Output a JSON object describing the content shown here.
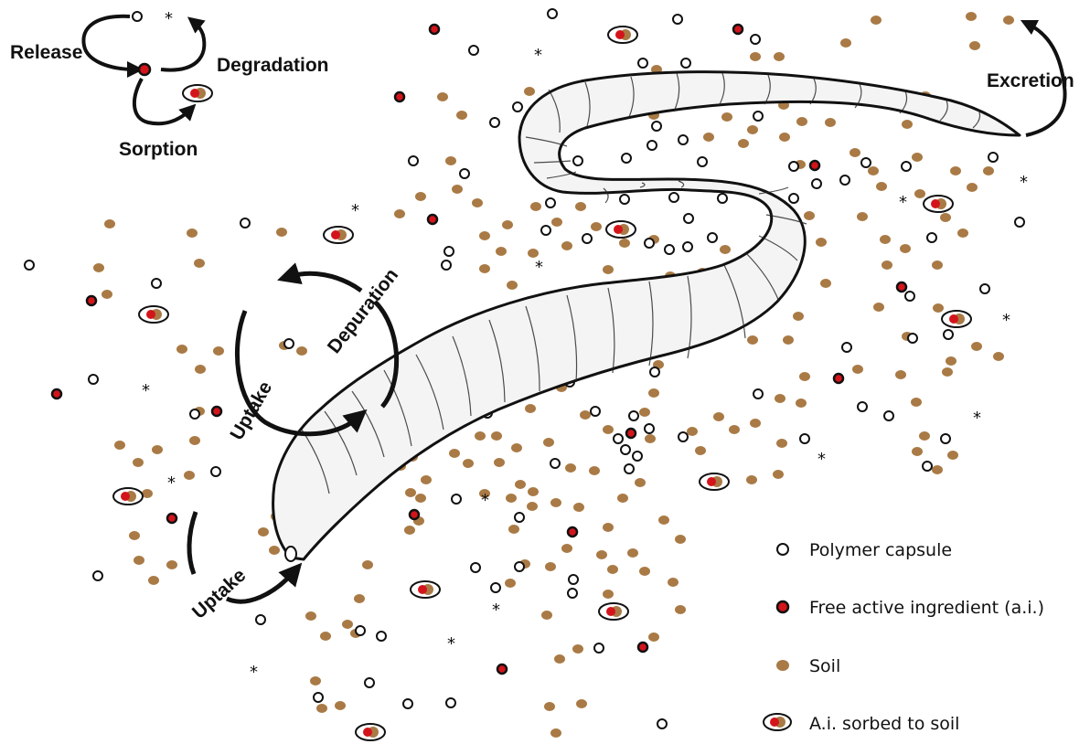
{
  "labels": {
    "release": "Release",
    "degradation": "Degradation",
    "sorption": "Sorption",
    "excretion": "Excretion",
    "depuration": "Depuration",
    "uptake_cycle": "Uptake",
    "uptake_mouth": "Uptake"
  },
  "legend": {
    "polymer_capsule": "Polymer capsule",
    "free_ai": "Free active ingredient (a.i.)",
    "soil": "Soil",
    "ai_sorbed": "A.i. sorbed to soil"
  },
  "colors": {
    "soil": "#A97A45",
    "free_ai_core": "#D4141B",
    "capsule_stroke": "#111111",
    "worm_fill": "#F4F4F4",
    "arrow": "#111111"
  },
  "symbols": {
    "degraded_product": "*"
  }
}
